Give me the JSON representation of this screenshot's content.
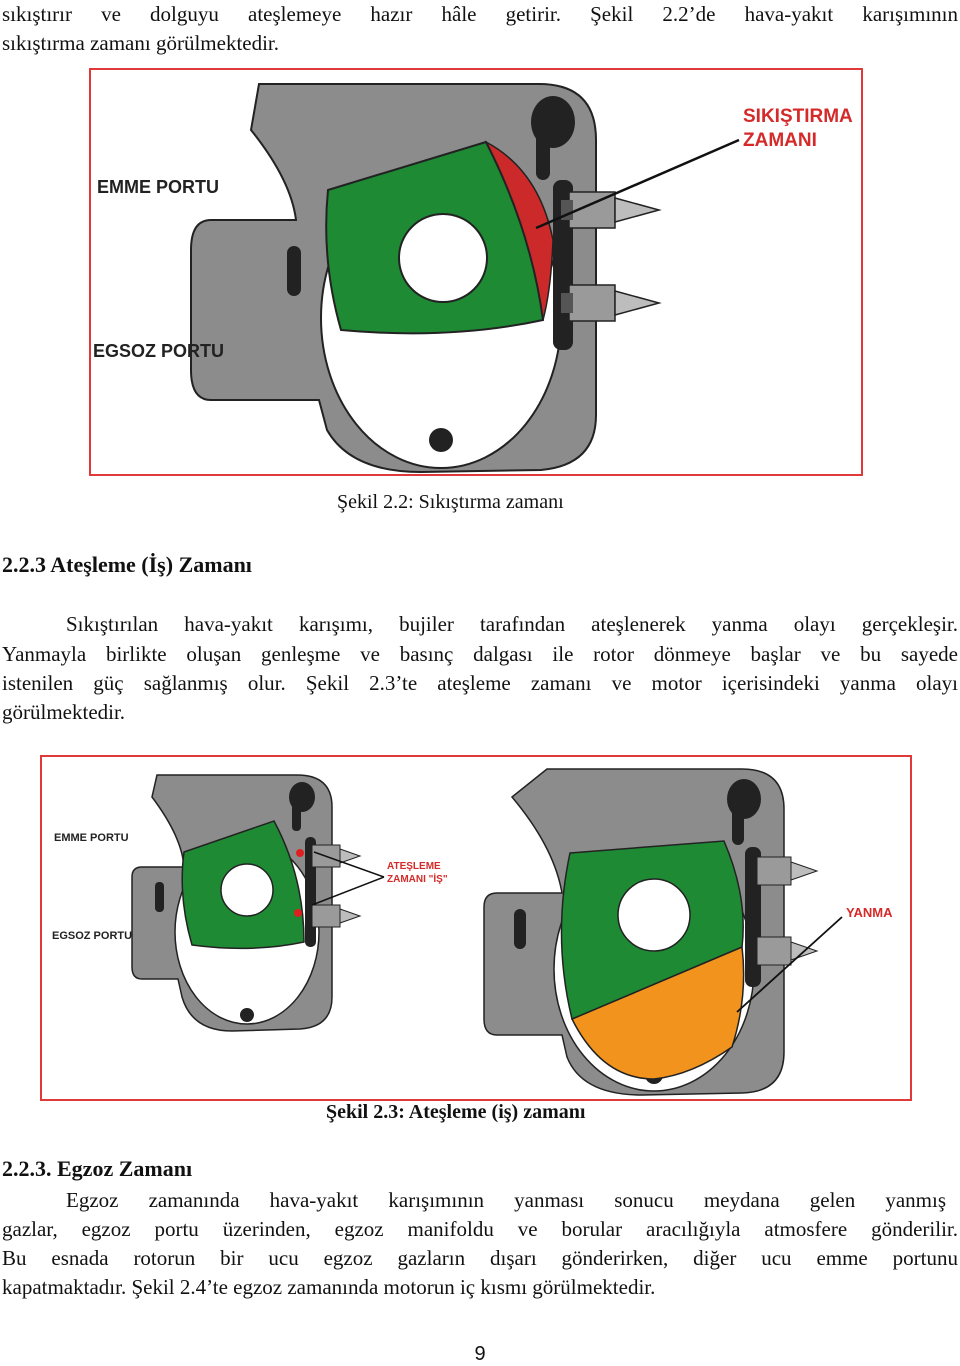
{
  "intro_lines": [
    "sıkıştırır ve dolguyu ateşlemeye hazır hâle getirir. Şekil 2.2’de hava-yakıt karışımının",
    "sıkıştırma zamanı görülmektedir."
  ],
  "figure1": {
    "labels": {
      "intake": "EMME PORTU",
      "exhaust": "EGSOZ PORTU",
      "phase_line1": "SIKIŞTIRMA",
      "phase_line2": "ZAMANI"
    },
    "caption": "Şekil 2.2: Sıkıştırma zamanı",
    "colors": {
      "rotor": "#1e8a34",
      "compressed": "#cc2a2a",
      "housing": "#8c8c8c",
      "border": "#e0393a"
    }
  },
  "section1": {
    "heading": "2.2.3 Ateşleme (İş) Zamanı",
    "lines": [
      "Sıkıştırılan hava-yakıt karışımı, bujiler tarafından ateşlenerek yanma olayı gerçekleşir.",
      "Yanmayla birlikte oluşan genleşme ve basınç dalgası ile rotor dönmeye başlar ve bu sayede",
      "istenilen güç sağlanmış olur. Şekil 2.3’te ateşleme zamanı ve motor içerisindeki yanma olayı",
      "görülmektedir."
    ]
  },
  "figure2": {
    "left_labels": {
      "intake": "EMME PORTU",
      "exhaust": "EGSOZ PORTU",
      "phase_line1": "ATEŞLEME",
      "phase_line2": "ZAMANI \"İŞ\""
    },
    "right_labels": {
      "combustion": "YANMA"
    },
    "caption": "Şekil 2.3: Ateşleme (iş) zamanı",
    "colors": {
      "rotor": "#1e8a34",
      "combustion": "#f2931e",
      "spark": "#e02020"
    }
  },
  "section2": {
    "heading": "2.2.3. Egzoz Zamanı",
    "lines": [
      "Egzoz zamanında hava-yakıt karışımının yanması sonucu meydana gelen yanmış",
      "gazlar, egzoz portu üzerinden, egzoz manifoldu ve borular aracılığıyla atmosfere gönderilir.",
      "Bu esnada rotorun bir ucu egzoz gazların dışarı gönderirken, diğer ucu emme portunu",
      "kapatmaktadır. Şekil 2.4’te egzoz zamanında motorun iç kısmı görülmektedir."
    ]
  },
  "page_number": "9"
}
